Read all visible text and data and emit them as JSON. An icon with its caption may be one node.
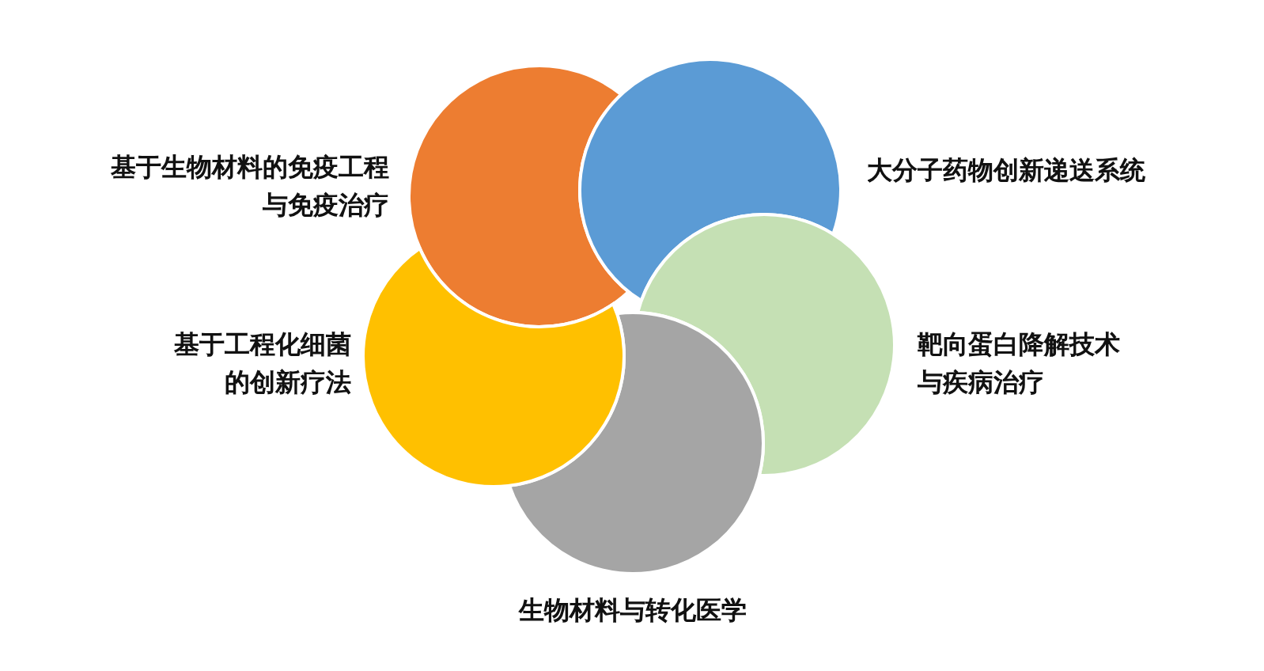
{
  "diagram": {
    "nodes": [
      {
        "text": [],
        "shape": "circle",
        "beside": [
          "基于生物材料的免疫工程与免疫治疗"
        ]
      },
      {
        "text": [],
        "shape": "circle",
        "beside": [
          "大分子药物创新递送系统"
        ]
      },
      {
        "text": [],
        "shape": "circle",
        "beside": [
          "靶向蛋白降解技术与疾病治疗"
        ]
      },
      {
        "text": [],
        "shape": "circle",
        "beside": [
          "生物材料与转化医学"
        ]
      },
      {
        "text": [],
        "shape": "circle",
        "beside": [
          "基于工程化细菌的创新疗法"
        ]
      }
    ]
  }
}
